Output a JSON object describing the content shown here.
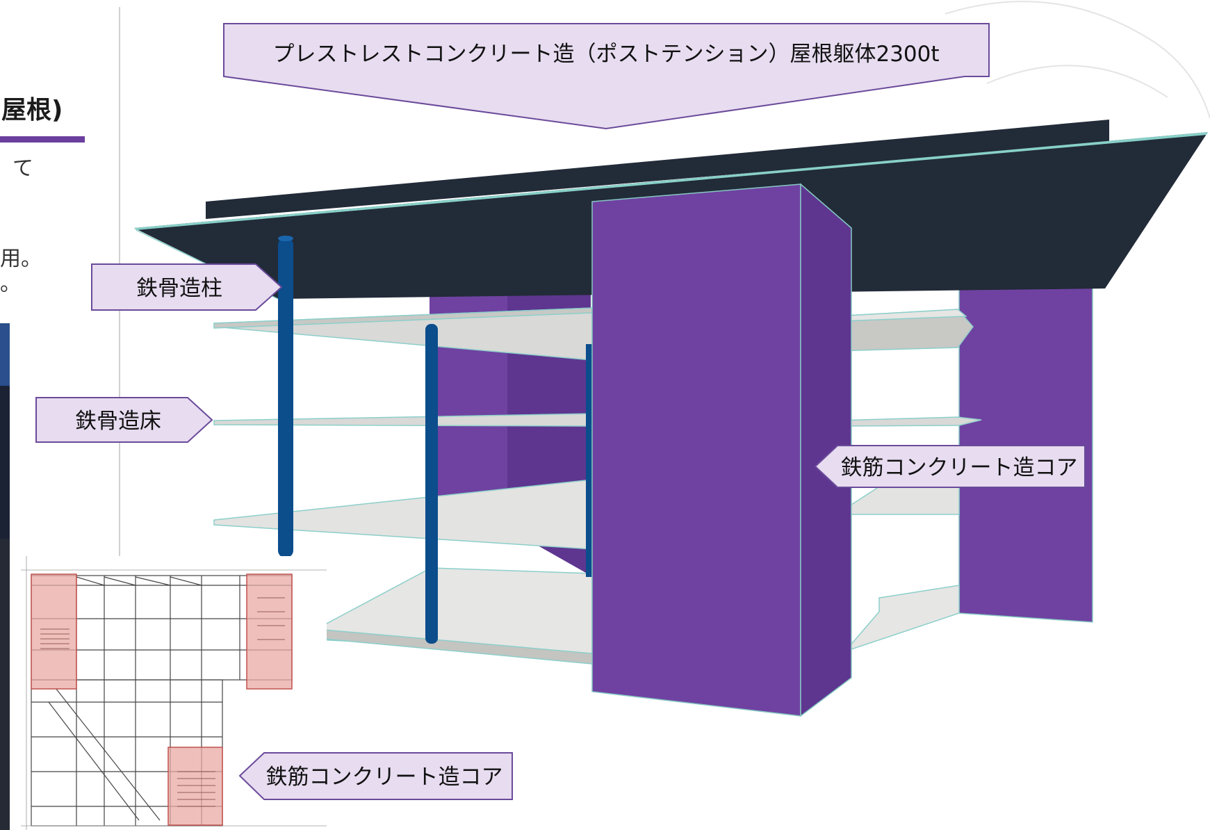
{
  "slide": {
    "left_heading": "屋根)",
    "left_text_fragments": [
      "て",
      "用。",
      "。"
    ]
  },
  "callouts": {
    "roof": "プレストレストコンクリート造（ポストテンション）屋根躯体2300t",
    "steel_column": "鉄骨造柱",
    "steel_floor": "鉄骨造床",
    "rc_core": "鉄筋コンクリート造コア",
    "rc_core_plan": "鉄筋コンクリート造コア"
  },
  "colors": {
    "accent_purple": "#6b3f9e",
    "core_purple": "#6f42a1",
    "core_purple_dark": "#5e3690",
    "roof_navy": "#222b38",
    "column_blue": "#0c4d8c",
    "floor_grey": "#d8d8d6",
    "callout_fill": "#e7dcf0",
    "callout_stroke": "#6a4a9a",
    "plan_core_red": "#e8a9a4"
  },
  "icons": {
    "decorative_arc": "arc-decoration"
  }
}
